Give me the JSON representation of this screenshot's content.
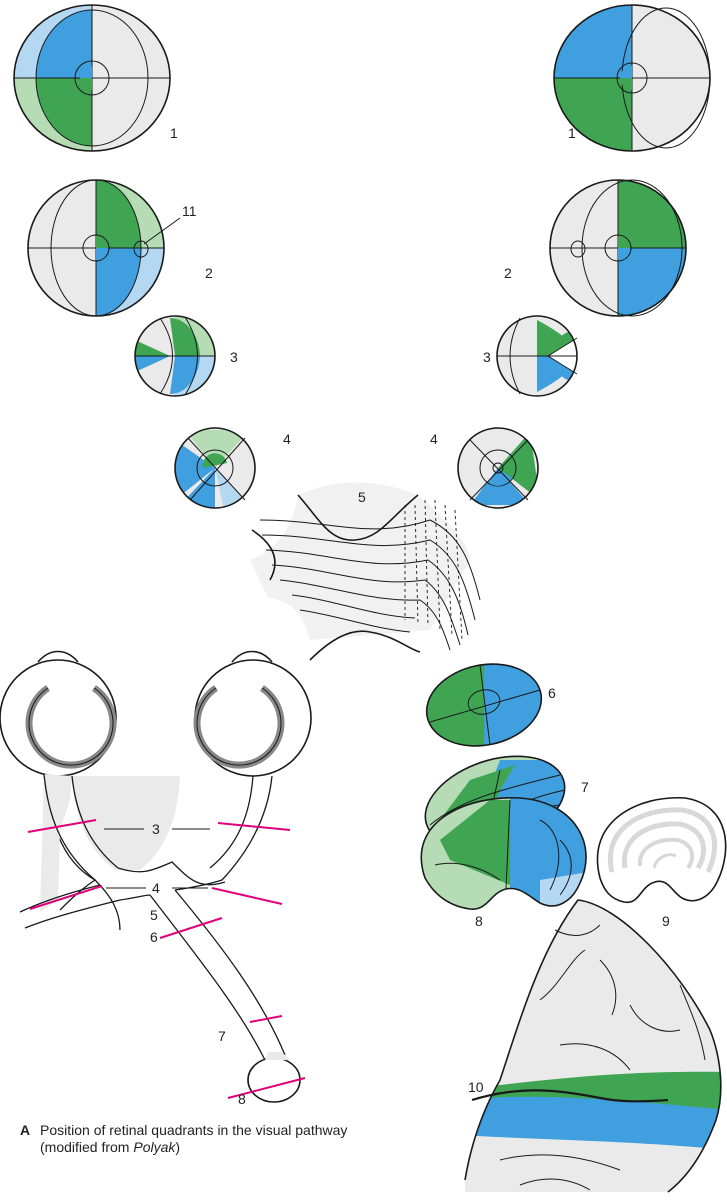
{
  "labels": {
    "field_left": "1",
    "field_right": "1",
    "retina_left": "2",
    "retina_right": "2",
    "papilla": "11",
    "optic_nerve_prox_left": "3",
    "optic_nerve_prox_right": "3",
    "optic_nerve_dist_left": "4",
    "optic_nerve_dist_right": "4",
    "chiasm": "5",
    "tract": "6",
    "tract_dist": "7",
    "lgb": "8",
    "lgb_layers": "9",
    "visual_cortex": "10",
    "schema_3": "3",
    "schema_4": "4",
    "schema_5": "5",
    "schema_6": "6",
    "schema_7": "7",
    "schema_8": "8"
  },
  "caption": {
    "letter": "A",
    "text": "Position of retinal quadrants in the visual pathway (modified from ",
    "author": "Polyak",
    "close": ")"
  },
  "colors": {
    "blue": "#3f9fdf",
    "light_blue": "#b5d8f2",
    "green": "#3fa553",
    "light_green": "#b5dcb5",
    "gray": "#eaeaea",
    "magenta": "#e0007a",
    "outline": "#1a1a1a"
  }
}
